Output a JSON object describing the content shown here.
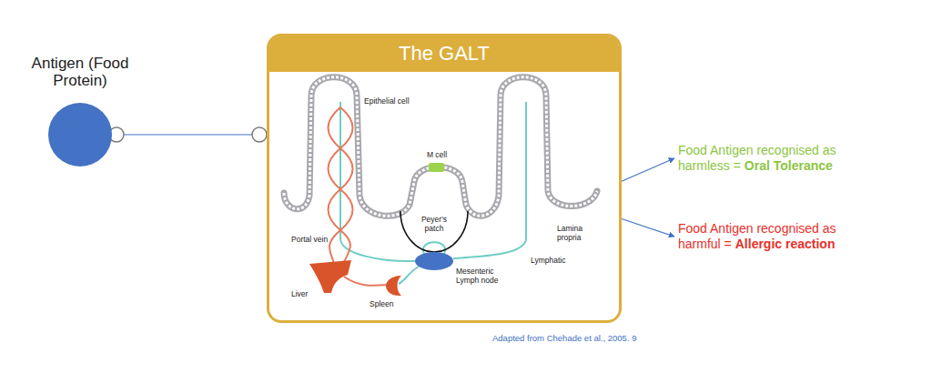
{
  "diagram": {
    "caption": "Adapted from Chehade et al., 2005. 9",
    "nodes": [
      {
        "text": [
          "Antigen (Food Protein)"
        ]
      },
      {
        "text": [
          "The GALT"
        ]
      },
      {
        "text": [
          "Food Antigen recognised as harmless =",
          "Oral Tolerance"
        ]
      },
      {
        "text": [
          "Food Antigen recognised as harmful =",
          "Allergic reaction"
        ]
      }
    ],
    "edges": [
      {
        "from": 0,
        "to": 1,
        "arrow": "none"
      },
      {
        "from": 1,
        "to": 2,
        "arrow": "to"
      },
      {
        "from": 1,
        "to": 3,
        "arrow": "to"
      }
    ],
    "labels": [
      "Epithelial cell",
      "M cell",
      "Peyer's patch",
      "Lamina propria",
      "Portal vein",
      "Lymphatic",
      "Mesenteric Lymph node",
      "Liver",
      "Spleen"
    ]
  }
}
